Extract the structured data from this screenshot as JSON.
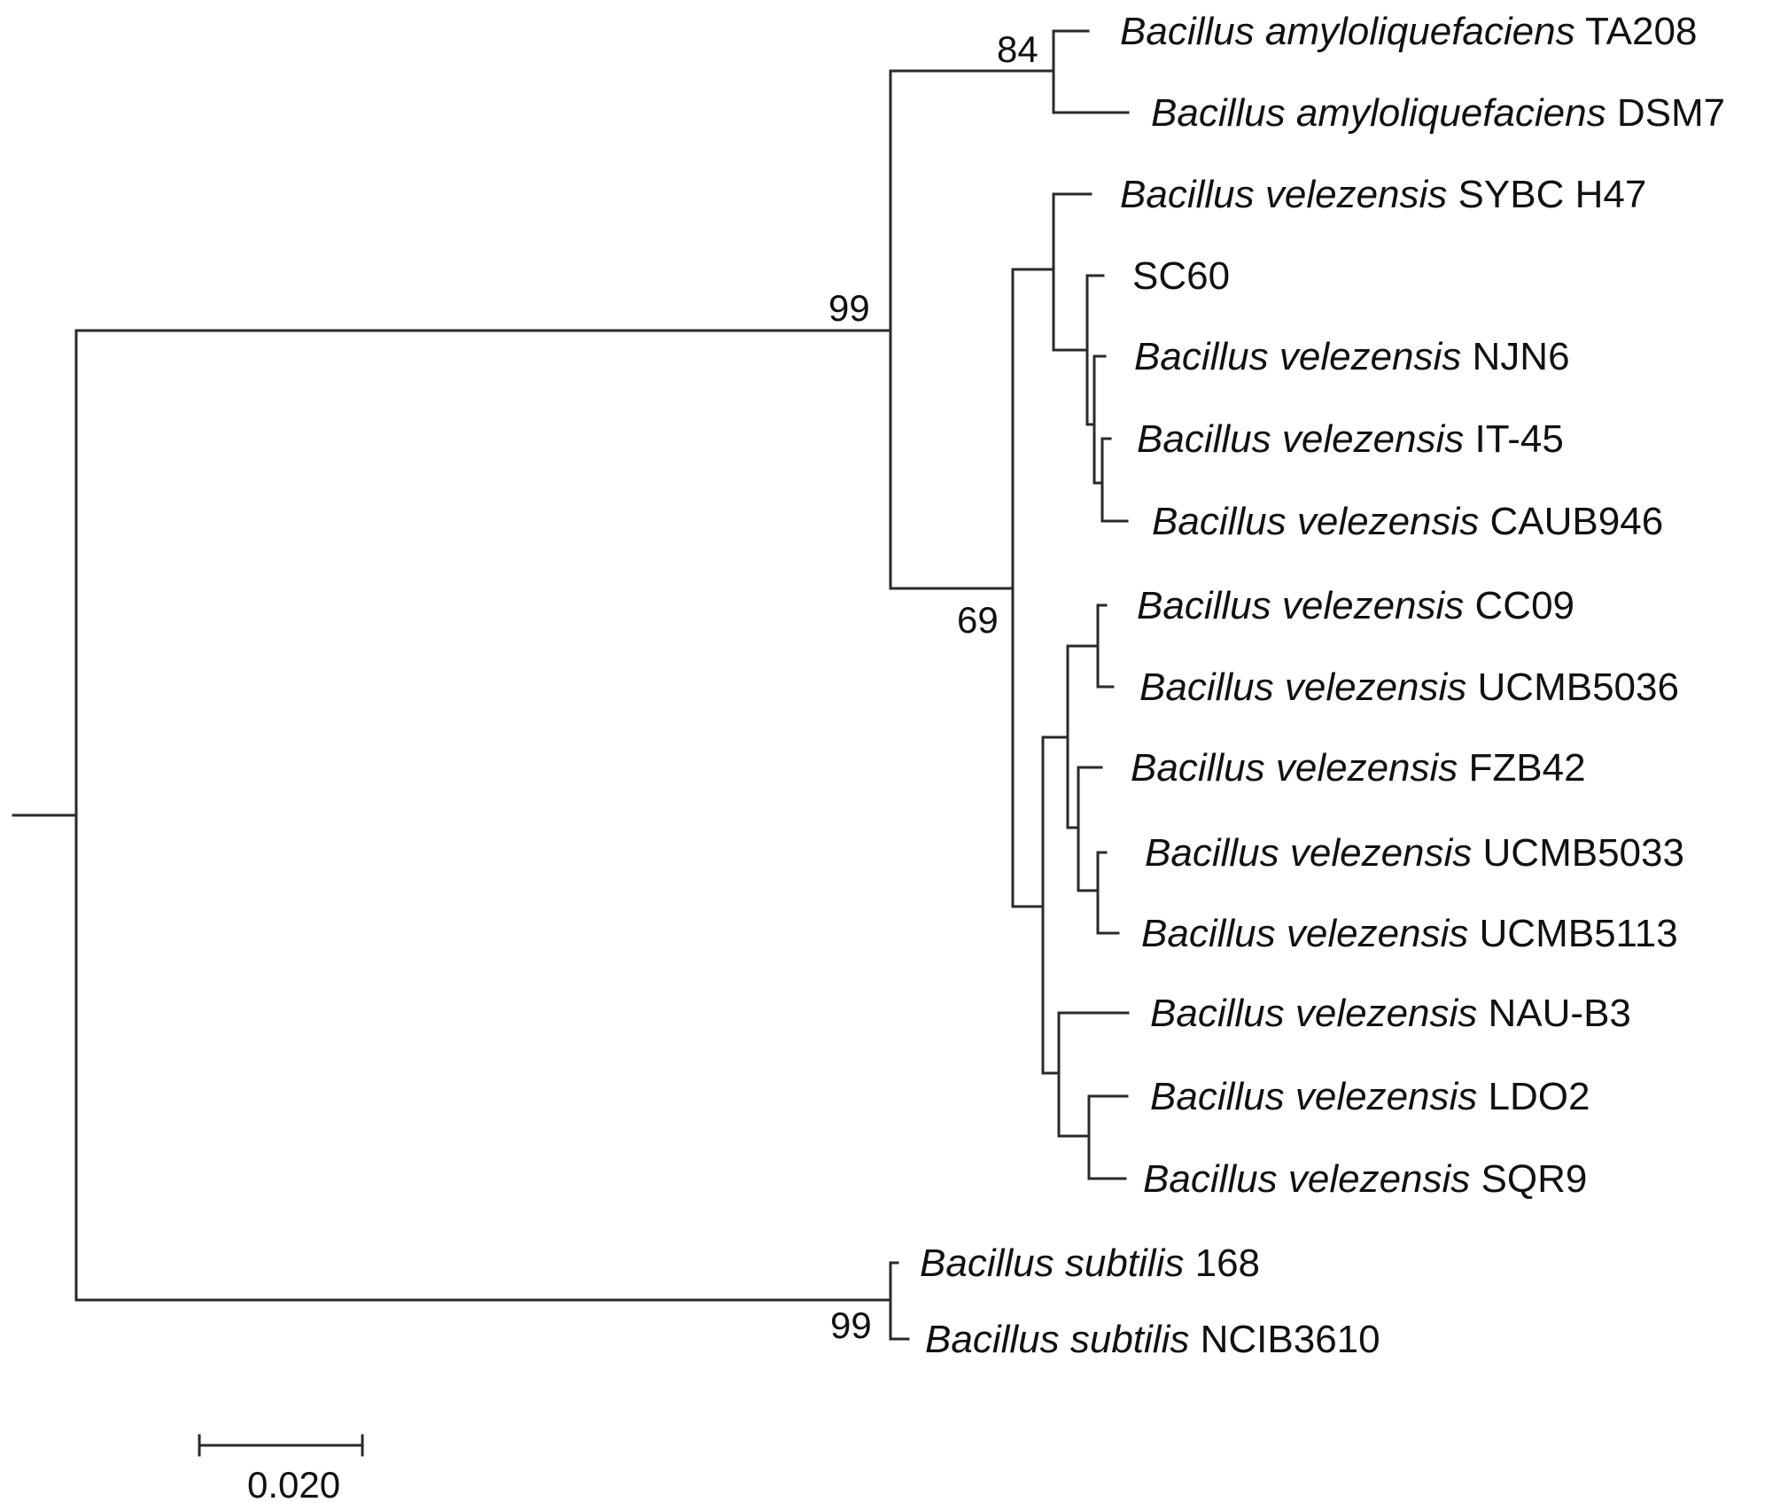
{
  "tree": {
    "leaves": [
      {
        "genus": "Bacillus",
        "species": "amyloliquefaciens",
        "strain": "TA208"
      },
      {
        "genus": "Bacillus",
        "species": "amyloliquefaciens",
        "strain": "DSM7"
      },
      {
        "genus": "Bacillus",
        "species": "velezensis",
        "strain": "SYBC H47"
      },
      {
        "genus": "",
        "species": "",
        "strain": "SC60"
      },
      {
        "genus": "Bacillus",
        "species": "velezensis",
        "strain": "NJN6"
      },
      {
        "genus": "Bacillus",
        "species": "velezensis",
        "strain": "IT-45"
      },
      {
        "genus": "Bacillus",
        "species": "velezensis",
        "strain": "CAUB946"
      },
      {
        "genus": "Bacillus",
        "species": "velezensis",
        "strain": "CC09"
      },
      {
        "genus": "Bacillus",
        "species": "velezensis",
        "strain": "UCMB5036"
      },
      {
        "genus": "Bacillus",
        "species": "velezensis",
        "strain": "FZB42"
      },
      {
        "genus": "Bacillus",
        "species": "velezensis",
        "strain": "UCMB5033"
      },
      {
        "genus": "Bacillus",
        "species": "velezensis",
        "strain": "UCMB5113"
      },
      {
        "genus": "Bacillus",
        "species": "velezensis",
        "strain": "NAU-B3"
      },
      {
        "genus": "Bacillus",
        "species": "velezensis",
        "strain": "LDO2"
      },
      {
        "genus": "Bacillus",
        "species": "velezensis",
        "strain": "SQR9"
      },
      {
        "genus": "Bacillus",
        "species": "subtilis",
        "strain": "168"
      },
      {
        "genus": "Bacillus",
        "species": "subtilis",
        "strain": "NCIB3610"
      }
    ],
    "support_values": [
      "84",
      "99",
      "69",
      "99"
    ],
    "scale_bar": {
      "label": "0.020"
    }
  }
}
